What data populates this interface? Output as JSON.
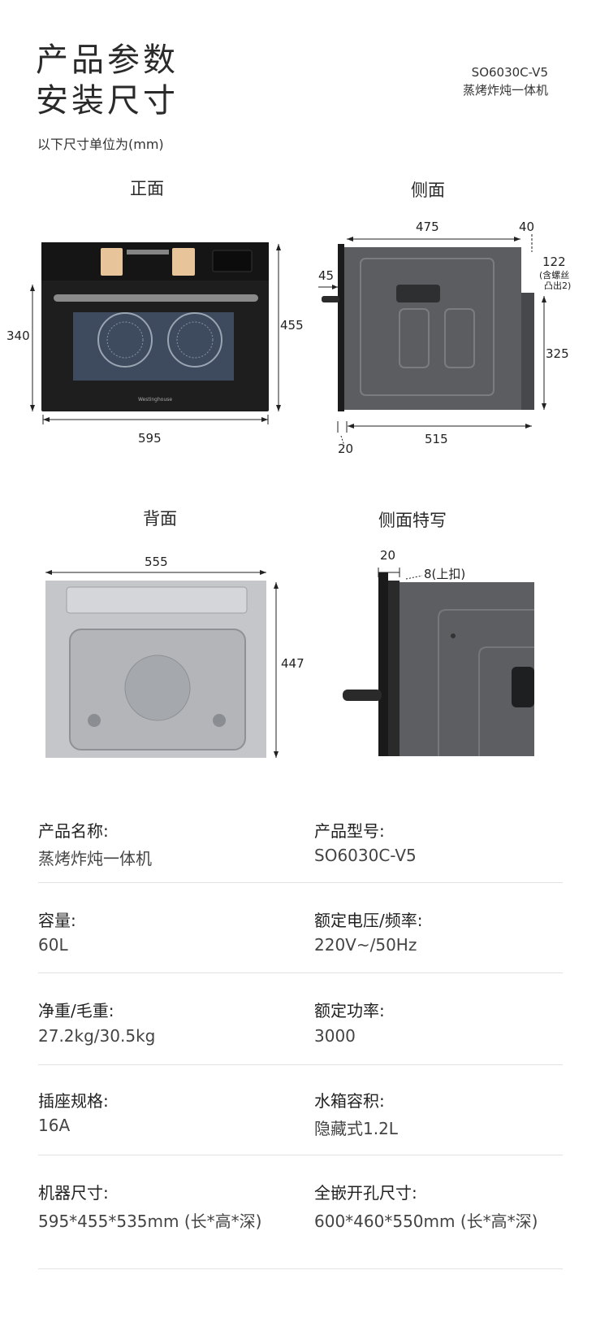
{
  "header": {
    "title_line1": "产品参数",
    "title_line2": "安装尺寸",
    "model": "SO6030C-V5",
    "product_type": "蒸烤炸炖一体机",
    "unit_note": "以下尺寸单位为(mm)"
  },
  "views": {
    "front": {
      "label": "正面",
      "brand": "Westinghouse",
      "dims": {
        "height_inner": "340",
        "height_total": "455",
        "width": "595"
      }
    },
    "side": {
      "label": "侧面",
      "dims": {
        "depth_top": "475",
        "back_offset": "40",
        "front_offset": "45",
        "screw_height": "122",
        "screw_note1": "(含螺丝",
        "screw_note2": "凸出2)",
        "rear_height": "325",
        "bottom_front": "20",
        "bottom_depth": "515"
      }
    },
    "back": {
      "label": "背面",
      "dims": {
        "width": "555",
        "height": "447"
      }
    },
    "closeup": {
      "label": "侧面特写",
      "dims": {
        "thickness": "20",
        "clip": "8(上扣)"
      }
    }
  },
  "specs": [
    {
      "label": "产品名称:",
      "value": "蒸烤炸炖一体机"
    },
    {
      "label": "产品型号:",
      "value": "SO6030C-V5"
    },
    {
      "label": "容量:",
      "value": "60L"
    },
    {
      "label": "额定电压/频率:",
      "value": "220V~/50Hz"
    },
    {
      "label": "净重/毛重:",
      "value": "27.2kg/30.5kg"
    },
    {
      "label": "额定功率:",
      "value": "3000"
    },
    {
      "label": "插座规格:",
      "value": "16A"
    },
    {
      "label": "水箱容积:",
      "value": "隐藏式1.2L"
    },
    {
      "label": "机器尺寸:",
      "value": "595*455*535mm (长*高*深)"
    },
    {
      "label": "全嵌开孔尺寸:",
      "value": "600*460*550mm (长*高*深)"
    }
  ]
}
